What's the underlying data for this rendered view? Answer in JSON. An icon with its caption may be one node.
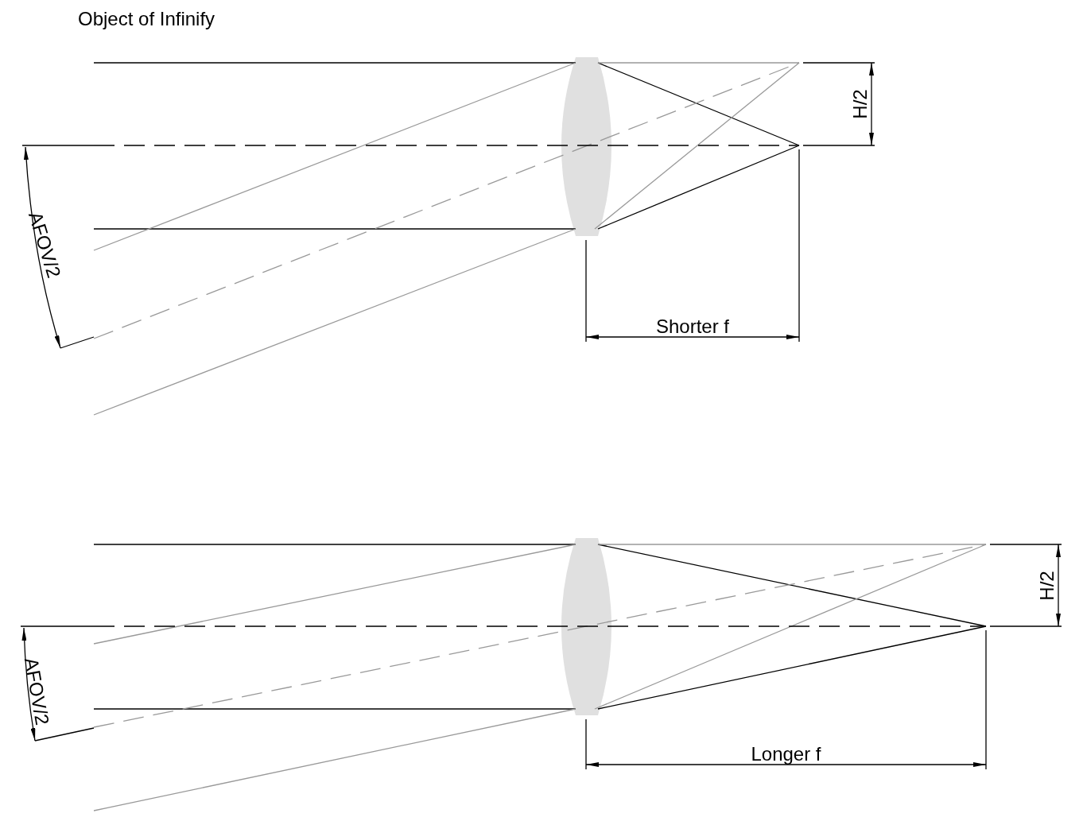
{
  "diagram": {
    "title": "Object of Infinify",
    "labels": [
      "H/2",
      "AFOV/2",
      "Shorter f",
      "H/2",
      "AFOV/2",
      "Longer f"
    ]
  }
}
